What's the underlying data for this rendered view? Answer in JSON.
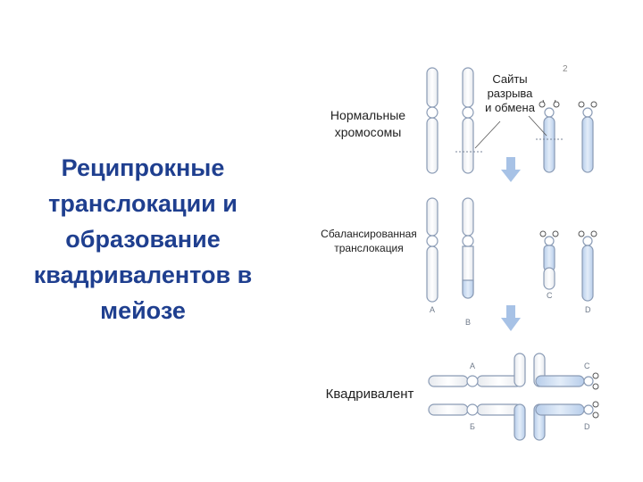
{
  "title": [
    "Реципрокные",
    "транслокации и",
    "образование",
    "квадривалентов в",
    "мейозе"
  ],
  "labels": {
    "normal": [
      "Нормальные",
      "хромосомы"
    ],
    "sites": [
      "Сайты",
      "разрыва",
      "и обмена"
    ],
    "balanced": [
      "Сбалансированная",
      "транслокация"
    ],
    "quadrivalent": "Квадривалент",
    "page_number": "2"
  },
  "chromosome_letters": {
    "row2": [
      "A",
      "B",
      "C",
      "D"
    ],
    "quad": [
      "A",
      "C",
      "Б",
      "D"
    ]
  },
  "colors": {
    "title": "#1f3f8f",
    "chromosome_fill": "#ffffff",
    "chromosome_alt_fill": "#c9daf0",
    "outline": "#8a9bb5",
    "arrow": "#a7c2e6"
  }
}
